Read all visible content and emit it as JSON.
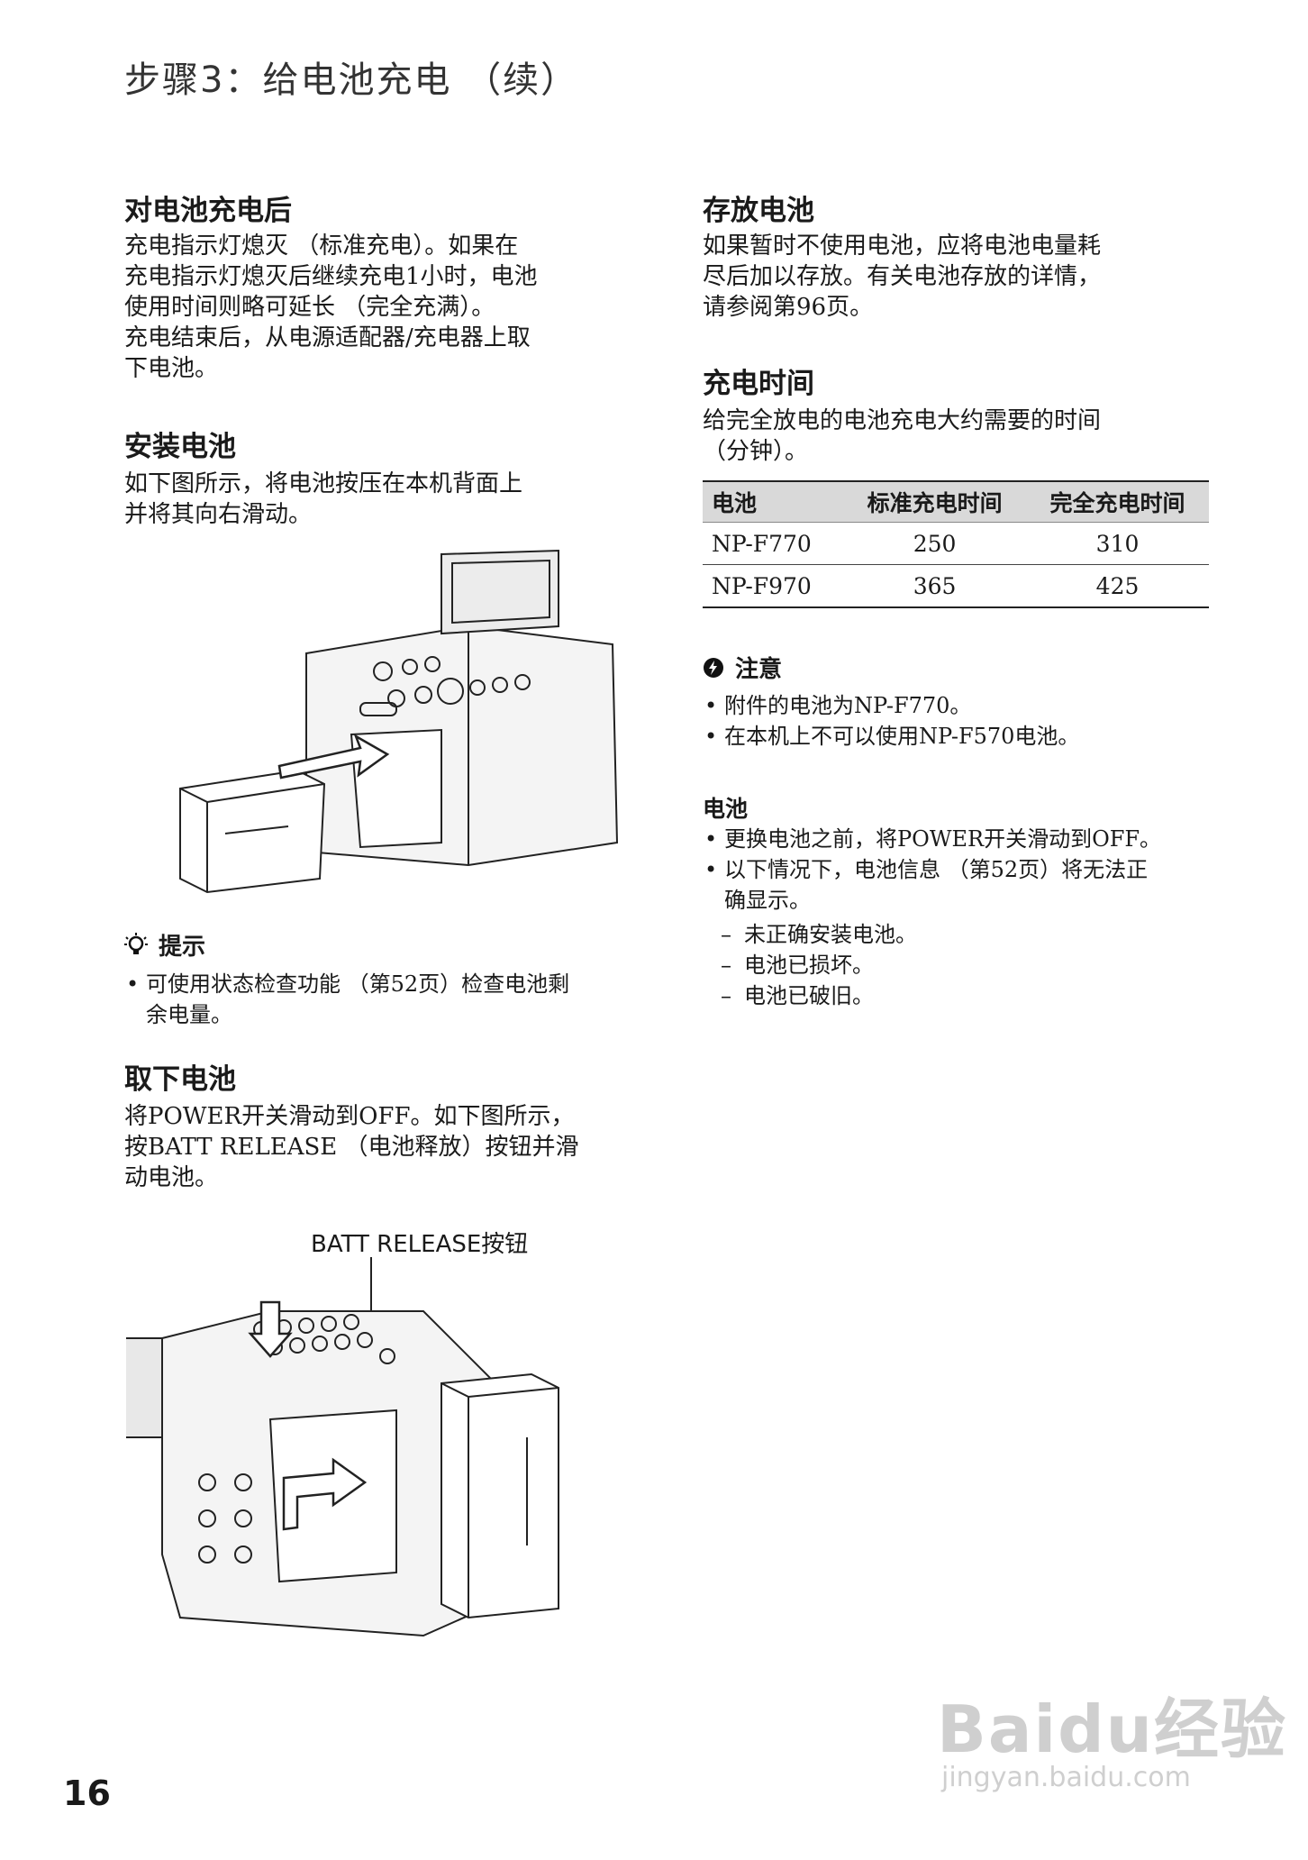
{
  "header": {
    "title": "步骤3：给电池充电 （续）"
  },
  "left": {
    "after_charging": {
      "heading": "对电池充电后",
      "body": "充电指示灯熄灭 （标准充电）。如果在\n充电指示灯熄灭后继续充电1小时，电池\n使用时间则略可延长 （完全充满）。\n充电结束后，从电源适配器/充电器上取\n下电池。"
    },
    "install": {
      "heading": "安装电池",
      "body": "如下图所示，将电池按压在本机背面上\n并将其向右滑动。"
    },
    "tip": {
      "label": "提示",
      "items": [
        "可使用状态检查功能 （第52页）检查电池剩\n余电量。"
      ]
    },
    "remove": {
      "heading": "取下电池",
      "body": "将POWER开关滑动到OFF。如下图所示，\n按BATT RELEASE （电池释放）按钮并滑\n动电池。",
      "callout": "BATT RELEASE按钮"
    }
  },
  "right": {
    "storage": {
      "heading": "存放电池",
      "body": "如果暂时不使用电池，应将电池电量耗\n尽后加以存放。有关电池存放的详情，\n请参阅第96页。"
    },
    "charge_time": {
      "heading": "充电时间",
      "body": "给完全放电的电池充电大约需要的时间\n（分钟）。",
      "table": {
        "headers": [
          "电池",
          "标准充电时间",
          "完全充电时间"
        ],
        "rows": [
          [
            "NP-F770",
            "250",
            "310"
          ],
          [
            "NP-F970",
            "365",
            "425"
          ]
        ]
      }
    },
    "caution": {
      "label": "注意",
      "items": [
        "附件的电池为NP-F770。",
        "在本机上不可以使用NP-F570电池。"
      ]
    },
    "battery_notes": {
      "label": "电池",
      "items": [
        "更换电池之前，将POWER开关滑动到OFF。",
        "以下情况下，电池信息 （第52页）将无法正\n确显示。"
      ],
      "subitems": [
        "未正确安装电池。",
        "电池已损坏。",
        "电池已破旧。"
      ]
    }
  },
  "page_number": "16",
  "watermark": {
    "brand": "Baidu经验",
    "url": "jingyan.baidu.com"
  }
}
